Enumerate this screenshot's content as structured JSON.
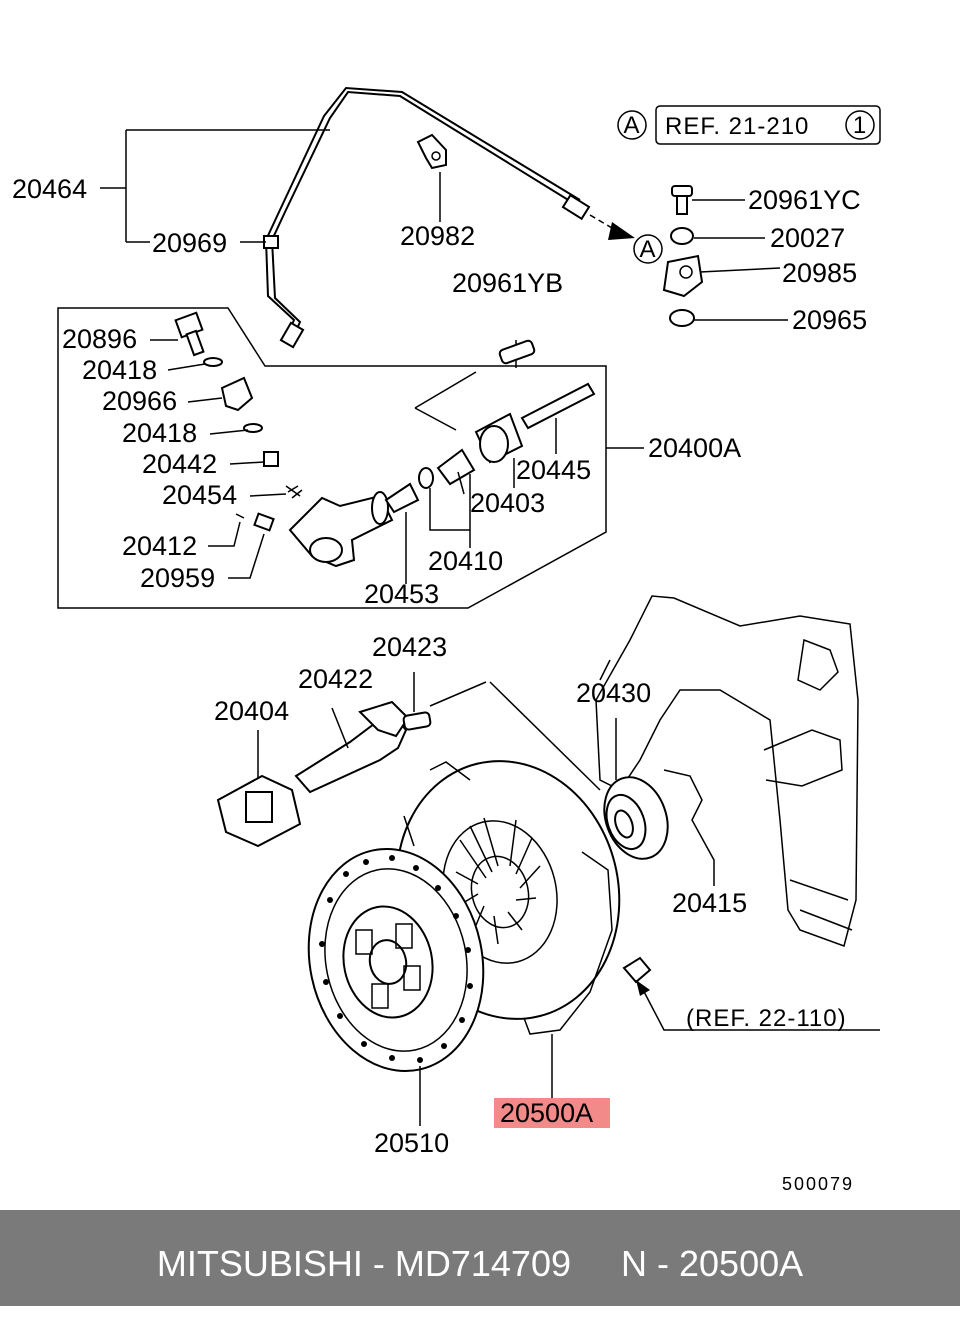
{
  "diagram": {
    "code": "500079",
    "ref_a": {
      "circle": "A",
      "text": "REF. 21-210",
      "suffix": "1"
    },
    "arrow_ref": "A",
    "ref_b": "(REF. 22-110)",
    "highlight_color": "#f28a8a",
    "labels": {
      "p20464": "20464",
      "p20969": "20969",
      "p20982": "20982",
      "p20961yc": "20961YC",
      "p20027": "20027",
      "p20985": "20985",
      "p20965": "20965",
      "p20961yb": "20961YB",
      "p20896": "20896",
      "p20418a": "20418",
      "p20966": "20966",
      "p20418b": "20418",
      "p20442": "20442",
      "p20454": "20454",
      "p20412": "20412",
      "p20959": "20959",
      "p20453": "20453",
      "p20410": "20410",
      "p20403": "20403",
      "p20445": "20445",
      "p20400a": "20400A",
      "p20423": "20423",
      "p20422": "20422",
      "p20404": "20404",
      "p20430": "20430",
      "p20415": "20415",
      "p20510": "20510",
      "p20500a": "20500A"
    }
  },
  "footer": {
    "text": "MITSUBISHI - MD714709     N - 20500A"
  }
}
